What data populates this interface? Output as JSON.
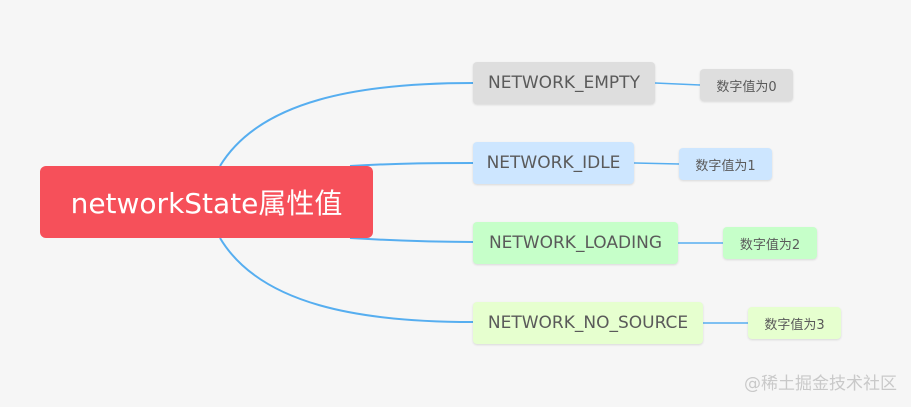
{
  "root": {
    "label": "networkState属性值",
    "color": "#f6505a"
  },
  "connector_color": "#56aef0",
  "branches": [
    {
      "label": "NETWORK_EMPTY",
      "color": "#dedede",
      "value": "数字值为0"
    },
    {
      "label": "NETWORK_IDLE",
      "color": "#cde6ff",
      "value": "数字值为1"
    },
    {
      "label": "NETWORK_LOADING",
      "color": "#c6ffc9",
      "value": "数字值为2"
    },
    {
      "label": "NETWORK_NO_SOURCE",
      "color": "#e6ffcf",
      "value": "数字值为3"
    }
  ],
  "watermark": "@稀土掘金技术社区"
}
